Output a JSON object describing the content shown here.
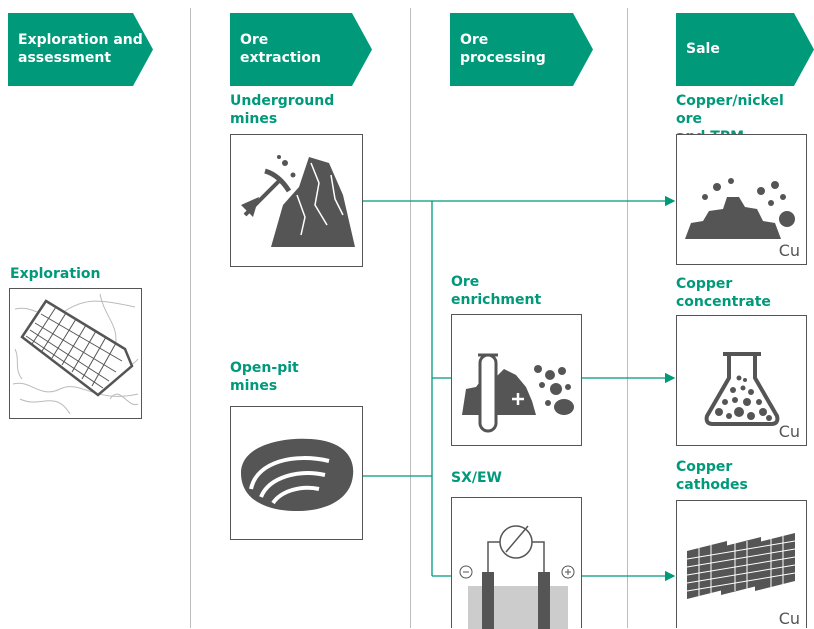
{
  "colors": {
    "accent": "#00997a",
    "icon": "#555555",
    "divider": "#bdbdbd"
  },
  "stages": [
    {
      "line1": "Exploration and",
      "line2": "assessment"
    },
    {
      "line1": "Ore",
      "line2": "extraction"
    },
    {
      "line1": "Ore",
      "line2": "processing"
    },
    {
      "line1": "Sale",
      "line2": ""
    }
  ],
  "nodes": {
    "exploration": {
      "line1": "Exploration",
      "line2": "",
      "icon": "map-plot-icon"
    },
    "underground": {
      "line1": "Underground",
      "line2": "mines",
      "icon": "pickaxe-rock-icon"
    },
    "open_pit": {
      "line1": "Open-pit",
      "line2": "mines",
      "icon": "open-pit-icon"
    },
    "enrichment": {
      "line1": "Ore",
      "line2": "enrichment",
      "icon": "test-tube-ore-icon"
    },
    "sxew": {
      "line1": "SX/EW",
      "line2": "",
      "icon": "electrolysis-icon"
    },
    "cu_ni_ore": {
      "line1": "Copper/nickel ore",
      "line2": "and TPM",
      "icon": "ore-pile-icon",
      "tag": "Cu"
    },
    "cu_concentrate": {
      "line1": "Copper",
      "line2": "concentrate",
      "icon": "flask-icon",
      "tag": "Cu"
    },
    "cu_cathodes": {
      "line1": "Copper",
      "line2": "cathodes",
      "icon": "cathode-stack-icon",
      "tag": "Cu"
    }
  }
}
